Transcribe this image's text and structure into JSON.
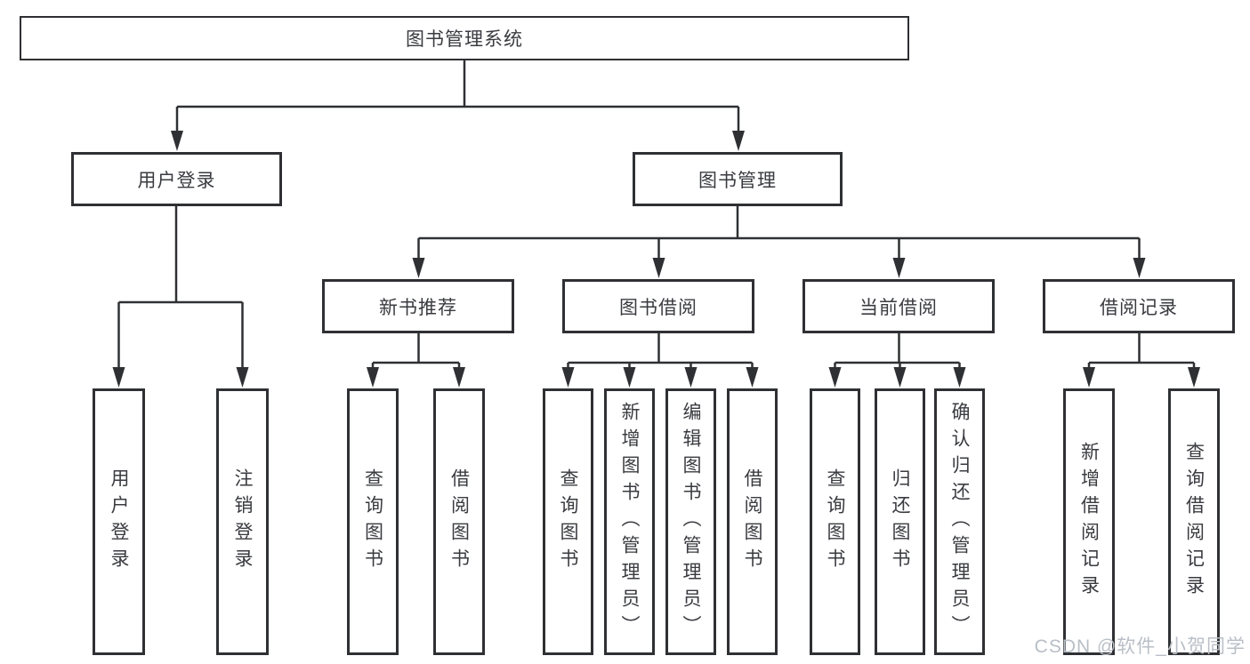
{
  "diagram": {
    "title": "图书管理系统",
    "nodes": {
      "root": "图书管理系统",
      "user_login": "用户登录",
      "book_management": "图书管理",
      "sections": [
        "新书推荐",
        "图书借阅",
        "当前借阅",
        "借阅记录"
      ],
      "user_login_children": [
        "用户登录",
        "注销登录"
      ],
      "new_book_children": [
        "查询图书",
        "借阅图书"
      ],
      "book_borrow_children": [
        "查询图书",
        "新增图书（管理员）",
        "编辑图书（管理员）",
        "借阅图书"
      ],
      "current_borrow_children": [
        "查询图书",
        "归还图书",
        "确认归还（管理员）"
      ],
      "record_children": [
        "新增借阅记录",
        "查询借阅记录"
      ]
    },
    "colors": {
      "line": "#2f3033",
      "box_border": "#2f3033",
      "text": "#3a3b40",
      "background": "#ffffff",
      "watermark": "#b9bfc7"
    }
  },
  "watermark": {
    "text": "CSDN @软件_小贺同学"
  }
}
